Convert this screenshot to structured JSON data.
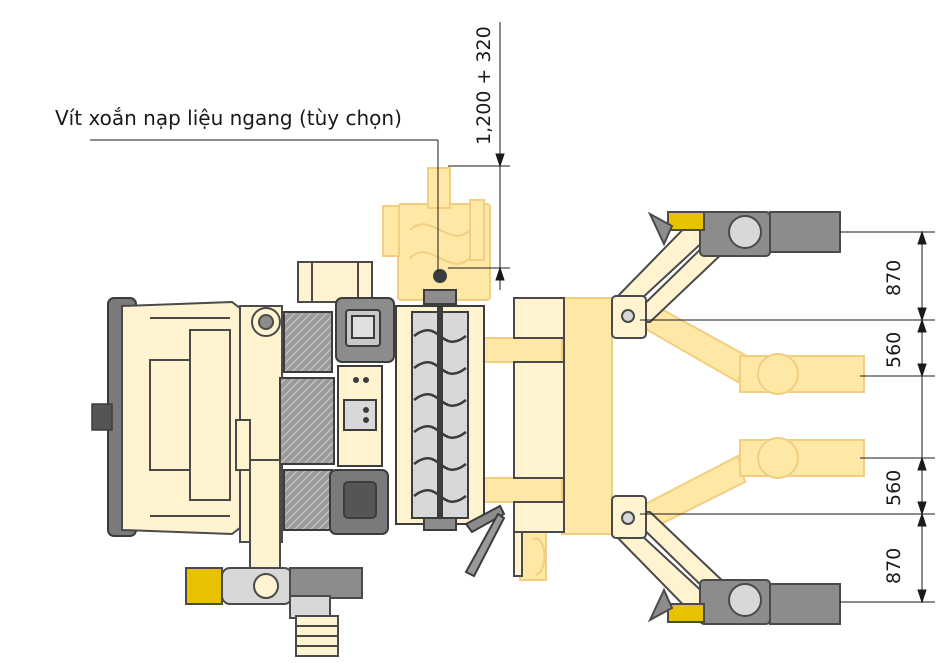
{
  "annotations": {
    "feeder_label": "Vít xoắn nạp liệu ngang (tùy chọn)",
    "extension": "1,200 + 320",
    "dims": [
      "870",
      "560",
      "560",
      "870"
    ]
  },
  "colors": {
    "machine_body": "#fff3d0",
    "machine_outline": "#4a4a4a",
    "ghost_fill": "#ffe7a6",
    "ghost_outline": "#f2cf80",
    "track_gray": "#8c8c8c",
    "dark_gray": "#555555",
    "dimension_line": "#1a1a1a",
    "background": "#ffffff"
  }
}
